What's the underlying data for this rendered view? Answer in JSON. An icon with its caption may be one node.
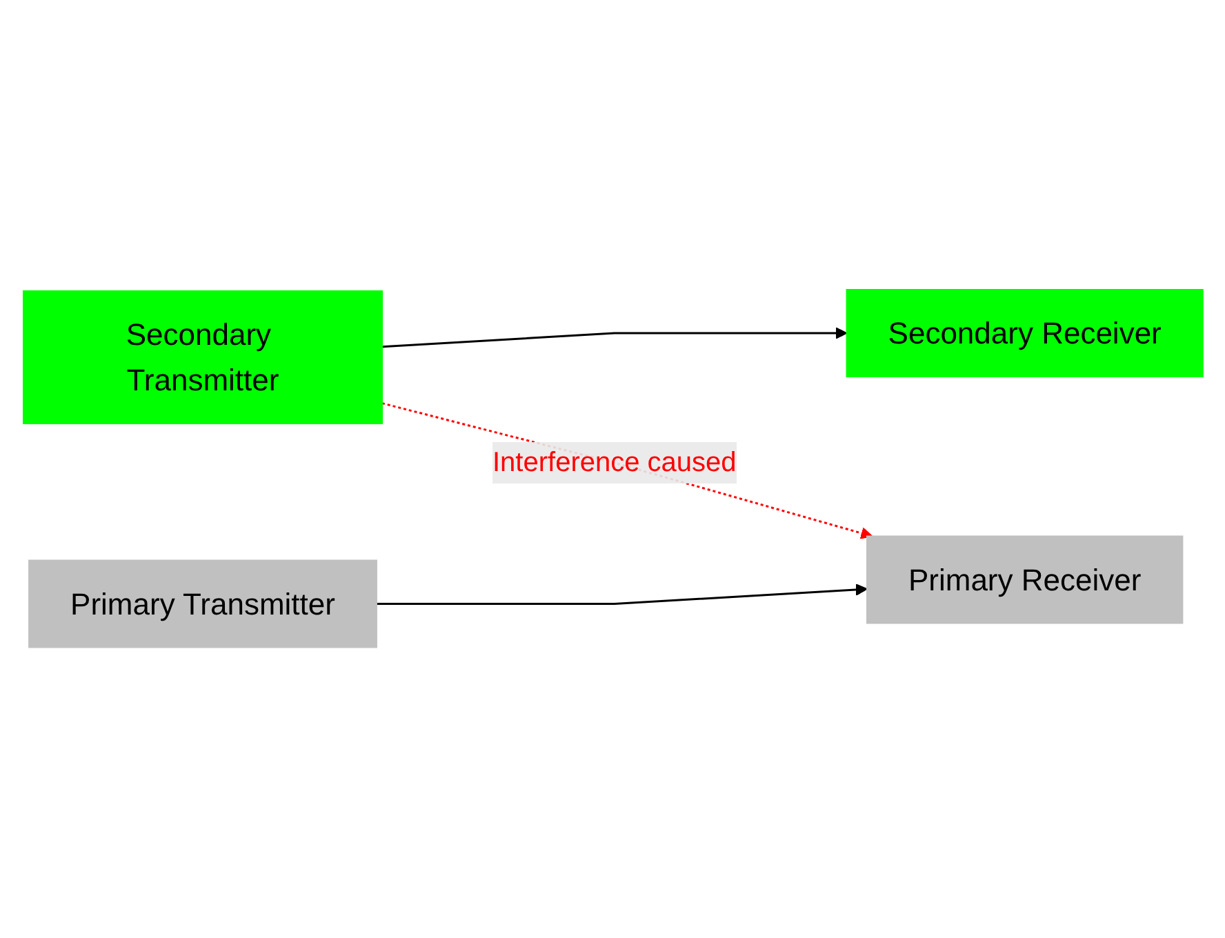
{
  "diagram": {
    "nodes": [
      {
        "text": [
          "Secondary Transmitter"
        ]
      },
      {
        "text": [
          "Secondary Receiver"
        ]
      },
      {
        "text": [
          "Primary Transmitter"
        ]
      },
      {
        "text": [
          "Primary Receiver"
        ]
      }
    ],
    "edges": [
      {
        "from": 0,
        "to": 1,
        "arrow": "to"
      },
      {
        "from": 0,
        "to": 3,
        "arrow": "to",
        "label": "Interference caused",
        "style": "dashed",
        "color": "#ff0000"
      },
      {
        "from": 2,
        "to": 3,
        "arrow": "to"
      }
    ]
  }
}
